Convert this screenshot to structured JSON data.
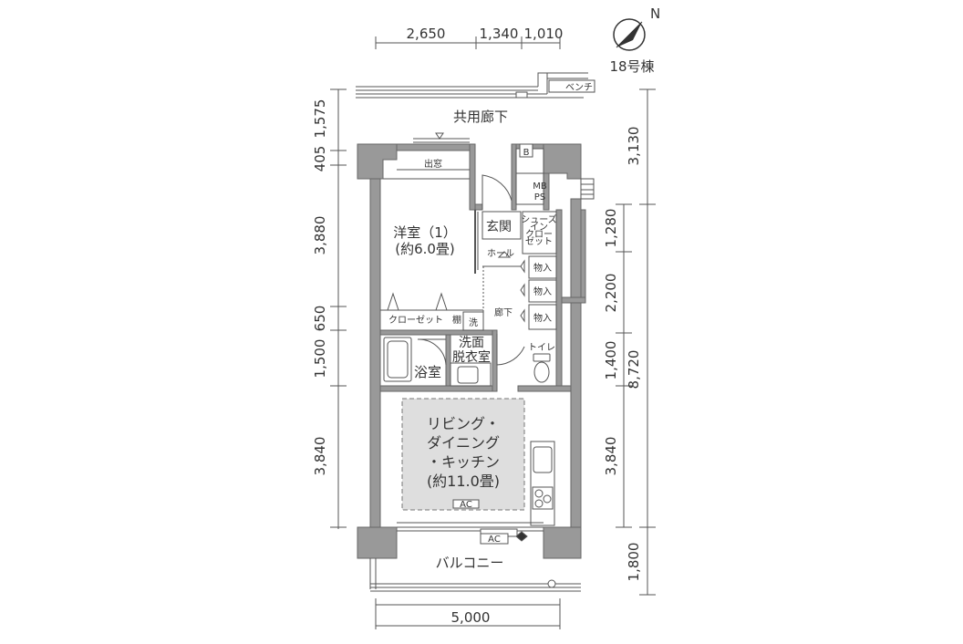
{
  "building": "18号棟",
  "north_label": "N",
  "corridor": "共用廊下",
  "bench": "ベンチ",
  "balcony": "バルコニー",
  "rooms": {
    "bedroom_name": "洋室（1）",
    "bedroom_size": "(約6.0畳)",
    "ldk_line1": "リビング・",
    "ldk_line2": "ダイニング",
    "ldk_line3": "・キッチン",
    "ldk_size": "(約11.0畳)",
    "bath": "浴室",
    "washroom_line1": "洗面",
    "washroom_line2": "脱衣室",
    "toilet": "トイレ",
    "entrance": "玄関",
    "hall": "ホール",
    "hallway": "廊下",
    "closet": "クローゼット",
    "shelf": "棚",
    "washer": "洗",
    "storage": "物入",
    "shoes_closet": [
      "シューズ",
      "イン",
      "クロー",
      "ゼット"
    ],
    "bay_window": "出窓",
    "mbps_line1": "MB",
    "mbps_line2": "PS",
    "b_box": "B",
    "ac": "AC"
  },
  "dimensions": {
    "top": [
      "2,650",
      "1,340",
      "1,010"
    ],
    "bottom": "5,000",
    "left": [
      "1,575",
      "405",
      "3,880",
      "650",
      "1,500",
      "3,840"
    ],
    "right_inner": [
      "1,280",
      "2,200",
      "1,400",
      "3,840"
    ],
    "right_outer": [
      "3,130",
      "8,720",
      "1,800"
    ]
  },
  "colors": {
    "wall": "#999999",
    "wall_dark": "#8a8a8a",
    "line": "#555555",
    "ldk_fill": "#dedede"
  }
}
